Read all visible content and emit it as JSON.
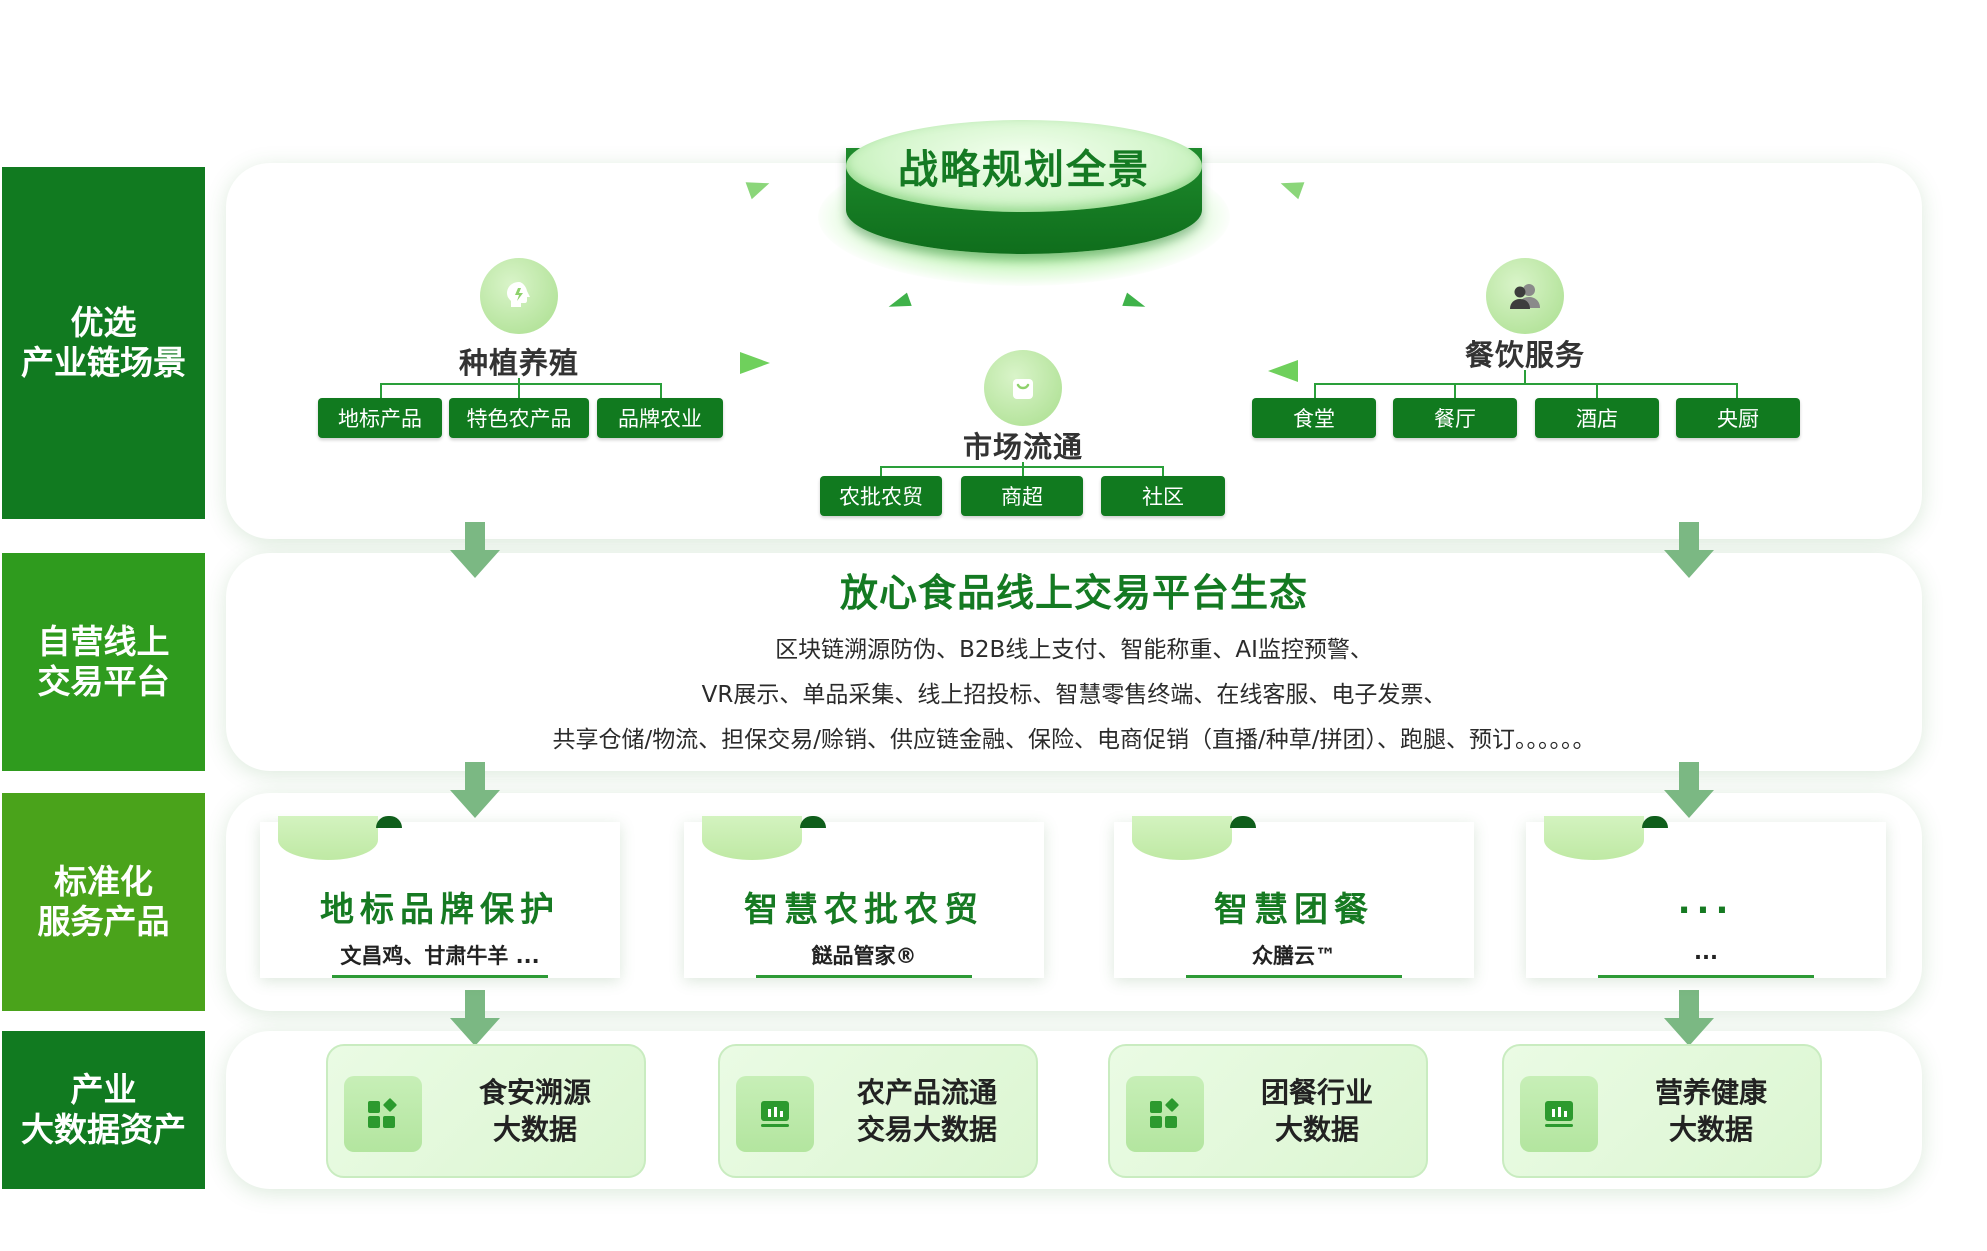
{
  "categories": [
    {
      "line1": "优选",
      "line2": "产业链场景"
    },
    {
      "line1": "自营线上",
      "line2": "交易平台"
    },
    {
      "line1": "标准化",
      "line2": "服务产品"
    },
    {
      "line1": "产业",
      "line2": "大数据资产"
    }
  ],
  "hub": {
    "title": "战略规划全景"
  },
  "clusters": {
    "planting": {
      "title": "种植养殖",
      "icon": "lightbulb-head-icon",
      "tags": [
        "地标产品",
        "特色农产品",
        "品牌农业"
      ]
    },
    "market": {
      "title": "市场流通",
      "icon": "bag-icon",
      "tags": [
        "农批农贸",
        "商超",
        "社区"
      ]
    },
    "catering": {
      "title": "餐饮服务",
      "icon": "users-icon",
      "tags": [
        "食堂",
        "餐厅",
        "酒店",
        "央厨"
      ]
    }
  },
  "ecosystem": {
    "title": "放心食品线上交易平台生态",
    "lines": [
      "区块链溯源防伪、B2B线上支付、智能称重、AI监控预警、",
      "VR展示、单品采集、线上招投标、智慧零售终端、在线客服、电子发票、",
      "共享仓储/物流、担保交易/赊销、供应链金融、保险、电商促销（直播/种草/拼团）、跑腿、预订。。。。。。"
    ]
  },
  "products": [
    {
      "title": "地标品牌保护",
      "subtitle": "文昌鸡、甘肃牛羊 ..."
    },
    {
      "title": "智慧农批农贸",
      "subtitle": "餸品管家®"
    },
    {
      "title": "智慧团餐",
      "subtitle": "众膳云™"
    },
    {
      "title": "...",
      "subtitle": "..."
    }
  ],
  "data_assets": [
    {
      "line1": "食安溯源",
      "line2": "大数据",
      "icon": "grid-icon"
    },
    {
      "line1": "农产品流通",
      "line2": "交易大数据",
      "icon": "chart-icon"
    },
    {
      "line1": "团餐行业",
      "line2": "大数据",
      "icon": "grid-icon"
    },
    {
      "line1": "营养健康",
      "line2": "大数据",
      "icon": "chart-icon"
    }
  ],
  "colors": {
    "dark_green": "#117a1f",
    "mid_green": "#2e9a1e",
    "bright_green": "#4aa31e",
    "title_green": "#147a22",
    "light_green": "#dcf6d2",
    "arrow_green": "#7bb883"
  }
}
